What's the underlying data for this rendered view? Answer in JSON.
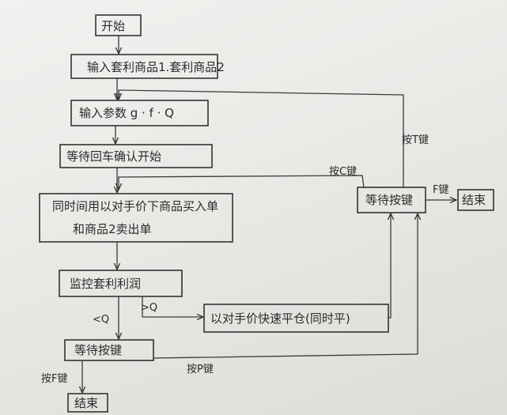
{
  "nodes": {
    "start": "开始",
    "input_products": "输入套利商品1.套利商品2",
    "input_params": "输入参数 g · f · Q",
    "wait_enter": "等待回车确认开始",
    "place_orders": "同时间用以对手价下商品买入单",
    "place_orders_2": "和商品2卖出单",
    "monitor": "监控套利利润",
    "close_pos": "以对手价快速平仓(同时平)",
    "wait_close": "等待按键",
    "wait_key": "等待按键",
    "end_bottom": "结束",
    "end_right": "结束"
  },
  "edges": {
    "gt_q": ">Q",
    "lt_q": "<Q",
    "press_c": "按C键",
    "press_t": "按T键",
    "press_f_right": "F键",
    "press_p": "按P键",
    "press_f_bottom": "按F键"
  }
}
